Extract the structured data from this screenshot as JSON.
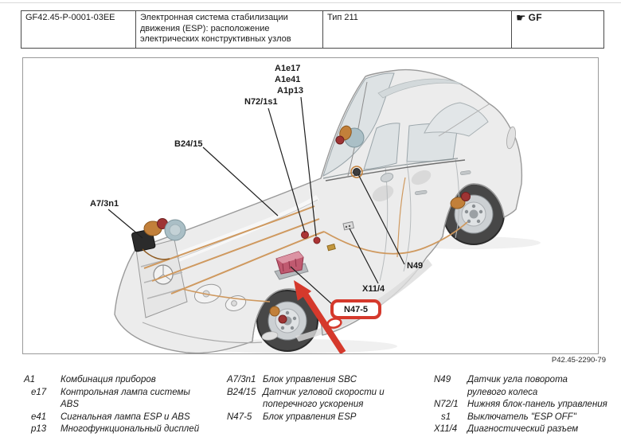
{
  "header": {
    "doc_id": "GF42.45-P-0001-03EE",
    "title": "Электронная система стабилизации движения (ESP): расположение электрических конструктивных узлов",
    "model": "Тип 211",
    "group_icon": "☛",
    "group_label": "GF"
  },
  "figure": {
    "number": "P42.45-2290-79",
    "highlight_color": "#d5392c",
    "callouts": {
      "a1e17": "A1e17",
      "a1e41": "A1e41",
      "a1p13": "A1p13",
      "n72_1s1": "N72/1s1",
      "b24_15": "B24/15",
      "a7_3n1": "A7/3n1",
      "n49": "N49",
      "x11_4": "X11/4",
      "n47_5": "N47-5"
    }
  },
  "legend": {
    "col1": [
      {
        "code": "A1",
        "desc": "Комбинация приборов"
      },
      {
        "code": "e17",
        "desc": "Контрольная лампа системы\nABS"
      },
      {
        "code": "e41",
        "desc": "Сигнальная лампа ESP и ABS"
      },
      {
        "code": "p13",
        "desc": "Многофункциональный дисплей"
      }
    ],
    "col2": [
      {
        "code": "A7/3n1",
        "desc": "Блок управления SBC"
      },
      {
        "code": "B24/15",
        "desc": "Датчик угловой скорости и\nпоперечного ускорения"
      },
      {
        "code": "N47-5",
        "desc": "Блок управления ESP"
      }
    ],
    "col3": [
      {
        "code": "N49",
        "desc": "Датчик угла поворота\nрулевого колеса"
      },
      {
        "code": "N72/1",
        "desc": "Нижняя блок-панель управления"
      },
      {
        "code": "s1",
        "desc": "Выключатель \"ESP OFF\""
      },
      {
        "code": "X11/4",
        "desc": "Диагностический разъем"
      }
    ]
  }
}
